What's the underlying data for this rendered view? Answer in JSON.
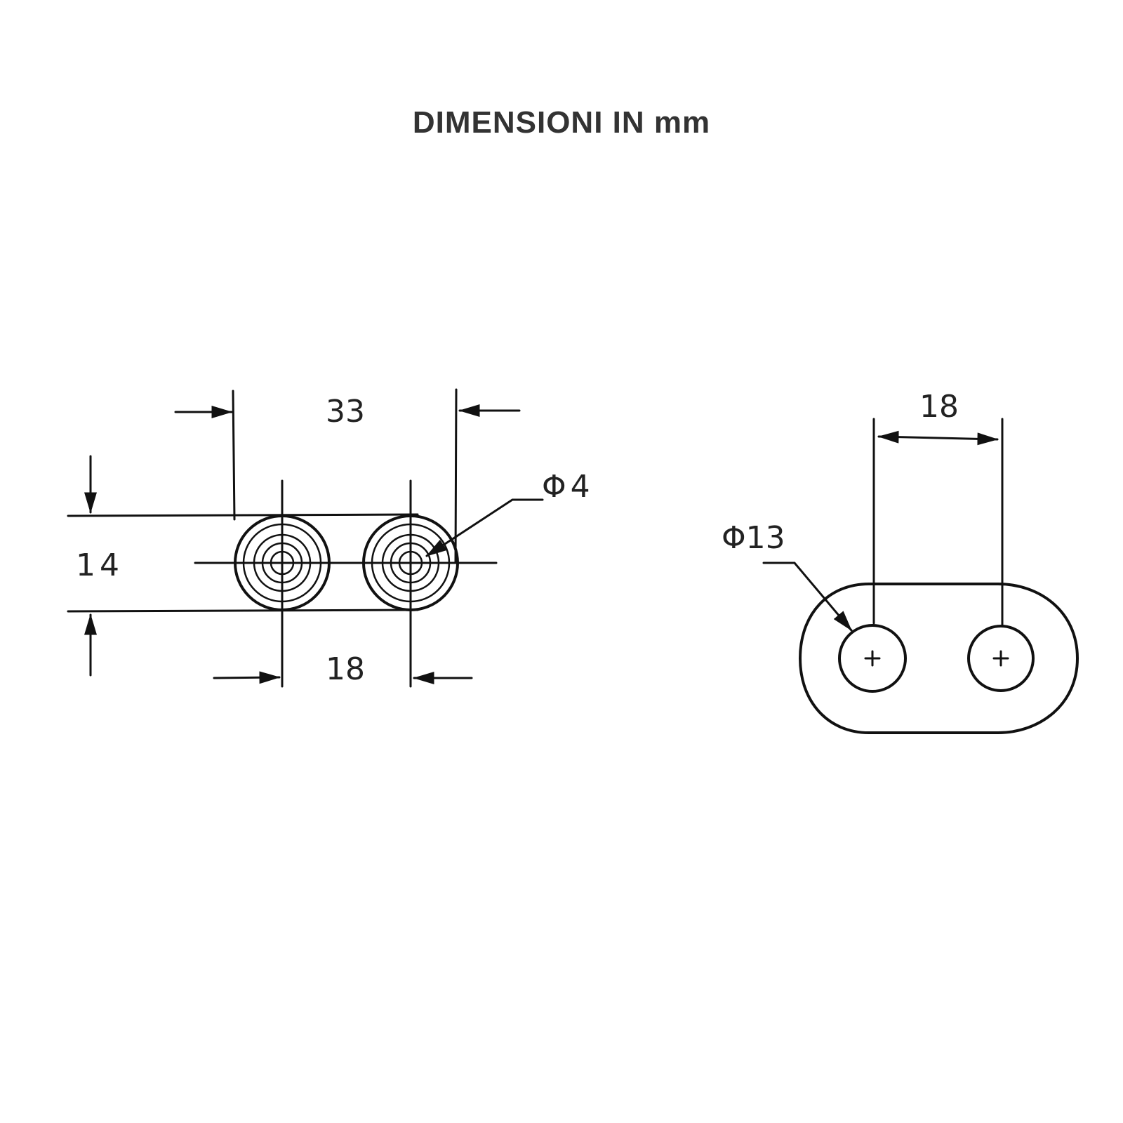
{
  "title": "DIMENSIONI IN mm",
  "front_view": {
    "width_label": "33",
    "height_label": "14",
    "spacing_label": "18",
    "diameter_label": "Φ4"
  },
  "top_view": {
    "spacing_label": "18",
    "diameter_label": "Φ13"
  },
  "colors": {
    "line": "#111111",
    "title": "#333333"
  }
}
